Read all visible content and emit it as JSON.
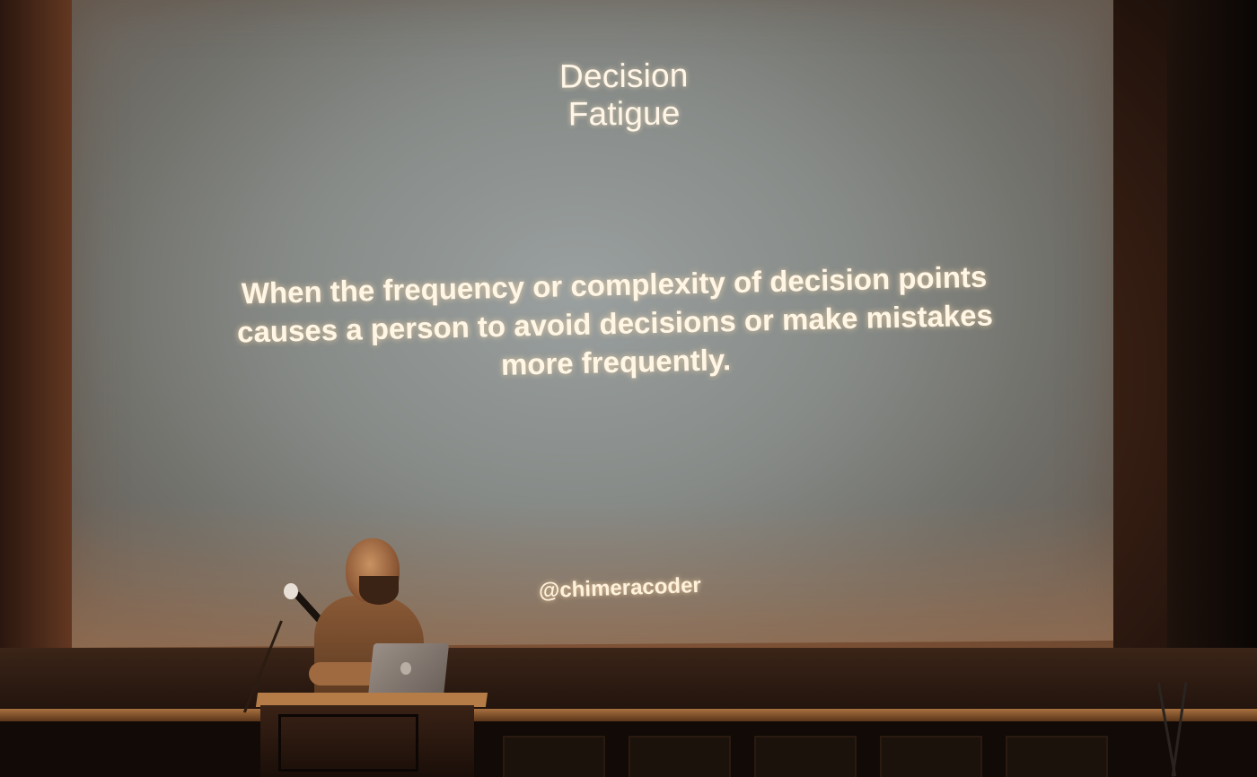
{
  "slide": {
    "title": "Decision Fatigue",
    "body": "When the frequency or complexity of decision points causes a person to avoid decisions or make mistakes more frequently.",
    "handle": "@chimeracoder"
  },
  "colors": {
    "screen": "#878b88",
    "slide_text": "#fff6e6",
    "stage_light": "#a8703f",
    "background": "#160c08"
  }
}
